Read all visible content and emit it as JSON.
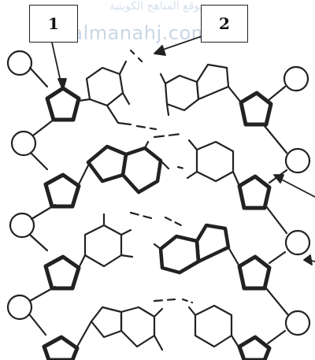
{
  "labels": {
    "one": "1",
    "two": "2"
  },
  "watermark": {
    "line1": "موقع المناهج الكويتية",
    "line2": "almanahj.com/kw"
  },
  "colors": {
    "stroke": "#222222",
    "sugar_fill": "#2a2a2a",
    "watermark": "#c9d6e6"
  }
}
